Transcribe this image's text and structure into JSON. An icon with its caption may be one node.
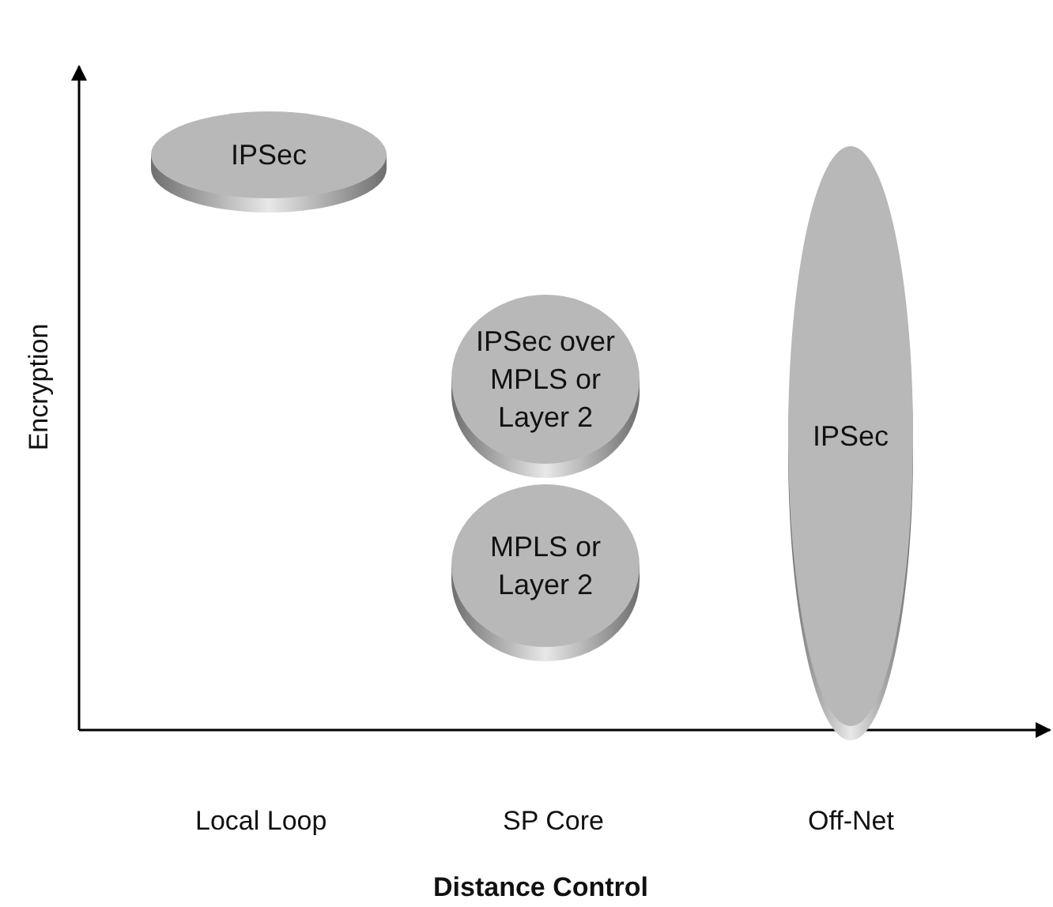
{
  "diagram": {
    "nodes": [
      {
        "text": [
          "IPSec"
        ]
      },
      {
        "text": [
          "IPSec over MPLS or Layer 2"
        ]
      },
      {
        "text": [
          "MPLS or Layer 2"
        ]
      },
      {
        "text": [
          "IPSec"
        ]
      }
    ],
    "labels": [
      "Encryption",
      "Local Loop",
      "SP Core",
      "Off-Net",
      "Distance Control"
    ]
  }
}
